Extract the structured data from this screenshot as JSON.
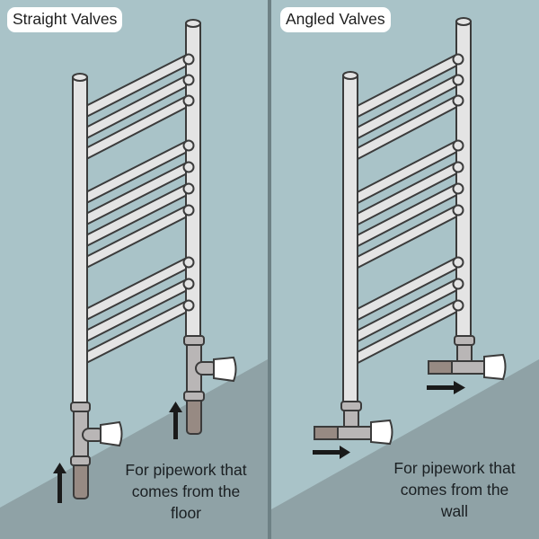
{
  "panels": [
    {
      "id": "straight",
      "title": "Straight Valves",
      "caption_lines": [
        "For pipework that",
        "comes from the",
        "floor"
      ],
      "arrow_direction": "up"
    },
    {
      "id": "angled",
      "title": "Angled Valves",
      "caption_lines": [
        "For pipework that",
        "comes from the",
        "wall"
      ],
      "arrow_direction": "right"
    }
  ],
  "colors": {
    "wall": "#a9c3c8",
    "floor": "#8fa2a6",
    "divider": "#6e8185",
    "rail": "#e4e4e4",
    "outline": "#3b3b3b",
    "valve_body": "#b9b6b6",
    "pipe": "#978a83",
    "valve_cap": "#ffffff",
    "arrow": "#1a1a1a"
  }
}
